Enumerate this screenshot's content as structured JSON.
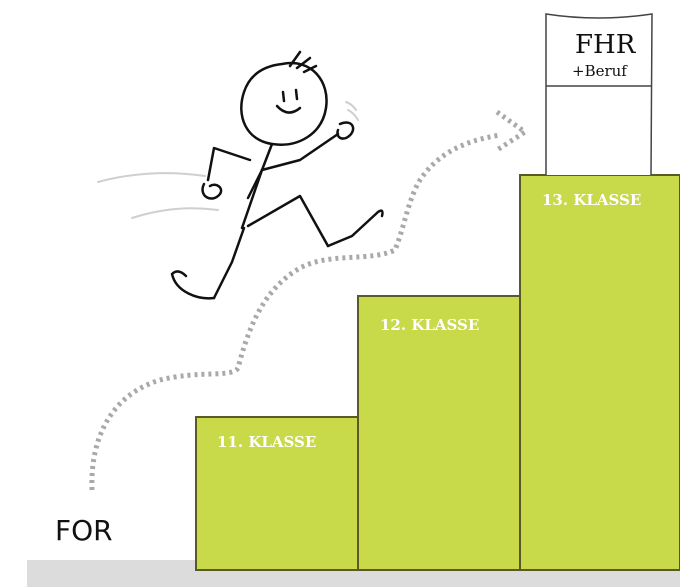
{
  "colors": {
    "step_fill": "#c8d94a",
    "step_stroke": "#5a5a28",
    "ground": "#dcdcdc",
    "path": "#a9a9a9"
  },
  "start": {
    "label": "FOR"
  },
  "steps": [
    {
      "label": "11. KLASSE"
    },
    {
      "label": "12. KLASSE"
    },
    {
      "label": "13. KLASSE"
    }
  ],
  "goal": {
    "title": "FHR",
    "subtitle": "+Beruf"
  },
  "figure": {
    "icon": "running-stick-figure-icon"
  },
  "path": {
    "icon": "dotted-arrow-path-icon"
  }
}
